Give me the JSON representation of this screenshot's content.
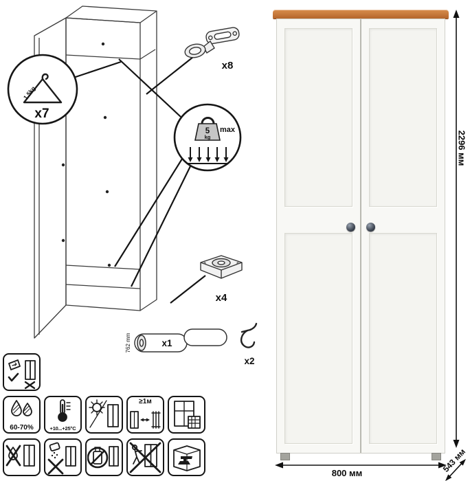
{
  "dimensions": {
    "height": "2296 мм",
    "width": "800 мм",
    "depth": "543 мм"
  },
  "parts": {
    "hanger_capacity": "1.5kg",
    "hanger_qty": "x7",
    "load_value": "5",
    "load_unit": "kg",
    "load_max": "max",
    "hinge_qty": "x8",
    "foot_qty": "x4",
    "rod_qty": "x1",
    "rod_length": "762 mm",
    "hook_qty": "x2"
  },
  "care": {
    "humidity": "60-70%",
    "temperature": "+10...+25°С",
    "distance": "≥1м"
  }
}
